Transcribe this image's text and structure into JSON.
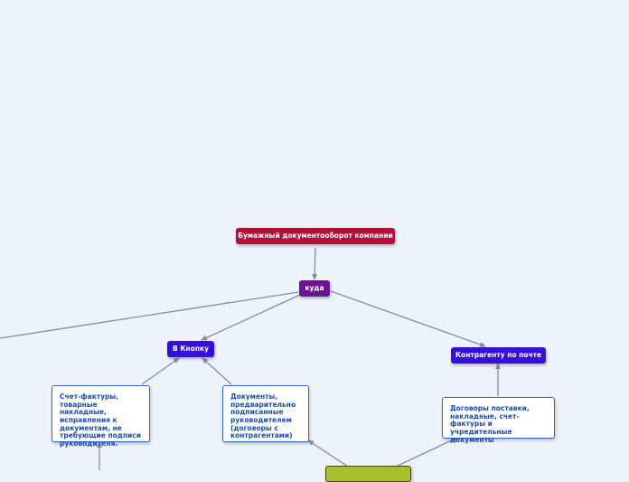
{
  "colors": {
    "background": "#eef2fb",
    "root": "#b5103a",
    "hub": "#6a1494",
    "branch": "#3410d8",
    "card_border": "#2a6bc7",
    "card_text": "#1c4fa8",
    "bottom_node": "#a9c02c",
    "connector": "#858c99"
  },
  "nodes": {
    "root": {
      "label": "Бумажный документооборот компании"
    },
    "hub": {
      "label": "куда"
    },
    "knopku": {
      "label": "В Кнопку"
    },
    "post": {
      "label": "Контрагенту по почте"
    },
    "invoices": {
      "label": "Счет-фактуры, товарные накладные, исправления к документам, не требующие подписи руководителя."
    },
    "signed": {
      "label": "Документы, предварительно подписанные руководителем (договоры с контрагентами)"
    },
    "contracts": {
      "label": "Договоры поставки, накладные, счет-фактуры и учредительные документы"
    },
    "bottom": {
      "label": ""
    }
  }
}
